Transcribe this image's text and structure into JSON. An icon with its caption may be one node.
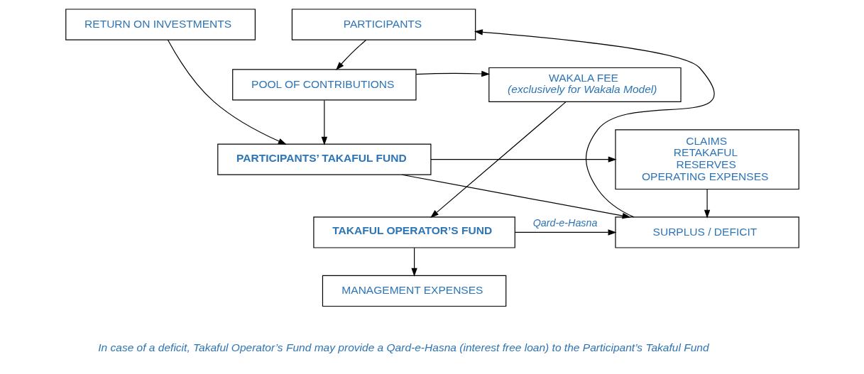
{
  "diagram": {
    "nodes": [
      {
        "text": [
          "PARTICIPANTS"
        ]
      },
      {
        "text": [
          "RETURN ON INVESTMENTS"
        ]
      },
      {
        "text": [
          "WAKALA FEE",
          "(exclusively for Wakala Model)"
        ]
      },
      {
        "text": [
          "POOL OF CONTRIBUTIONS"
        ]
      },
      {
        "text": [
          "PARTICIPANTS’ TAKAFUL FUND"
        ]
      },
      {
        "text": [
          "CLAIMS",
          "RETAKAFUL",
          "RESERVES",
          "OPERATING EXPENSES"
        ]
      },
      {
        "text": [
          "TAKAFUL OPERATOR’S FUND"
        ]
      },
      {
        "text": [
          "SURPLUS / DEFICIT"
        ]
      },
      {
        "text": [
          "MANAGEMENT EXPENSES"
        ]
      }
    ],
    "edges": [
      {
        "from": 0,
        "to": 3,
        "arrow": "to"
      },
      {
        "from": 3,
        "to": 2,
        "arrow": "to"
      },
      {
        "from": 3,
        "to": 4,
        "arrow": "to"
      },
      {
        "from": 1,
        "to": 4,
        "arrow": "to"
      },
      {
        "from": 4,
        "to": 5,
        "arrow": "to"
      },
      {
        "from": 4,
        "to": 7,
        "arrow": "to"
      },
      {
        "from": 5,
        "to": 7,
        "arrow": "to"
      },
      {
        "from": 2,
        "to": 6,
        "arrow": "to"
      },
      {
        "from": 6,
        "to": 7,
        "arrow": "to",
        "label": "Qard-e-Hasna"
      },
      {
        "from": 6,
        "to": 8,
        "arrow": "to"
      },
      {
        "from": 7,
        "to": 0,
        "arrow": "to"
      }
    ],
    "labels": [
      "In case of a deficit, Takaful Operator’s Fund may provide a Qard-e-Hasna (interest free loan) to the Participant’s Takaful Fund"
    ]
  }
}
